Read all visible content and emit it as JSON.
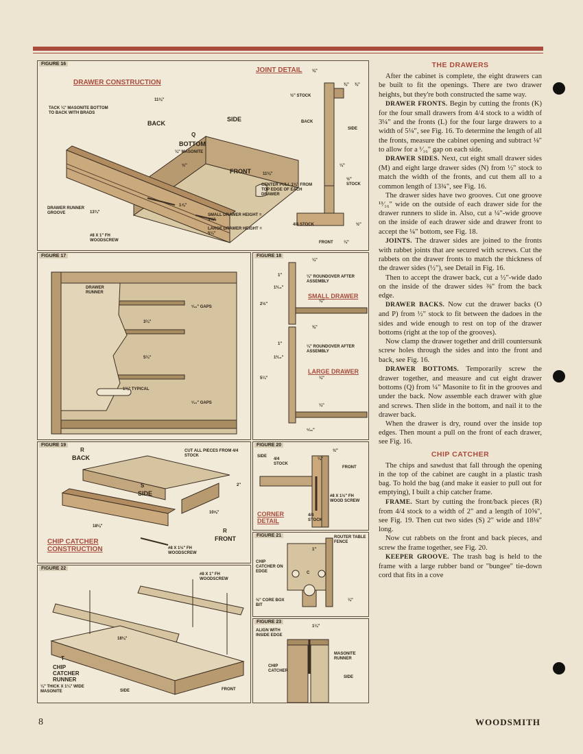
{
  "figures": {
    "f16": {
      "label": "FIGURE 16",
      "title": "DRAWER CONSTRUCTION",
      "joint_title": "JOINT DETAIL",
      "labels": {
        "tack": "TACK ¼\" MASONITE BOTTOM TO BACK WITH BRADS",
        "back": "BACK",
        "side": "SIDE",
        "bottom": "BOTTOM",
        "bottom_sub": "¼\" MASONITE",
        "bottom_letter": "Q",
        "front": "FRONT",
        "dim_11": "11⅛\"",
        "dim_13": "13¾\"",
        "dim_half": "½\"",
        "dim_1": "1⅞\"",
        "runner": "DRAWER RUNNER GROOVE",
        "screw": "#8 x 1\" Fh WOODSCREW",
        "small": "SMALL DRAWER HEIGHT = 3¼\"",
        "large": "LARGE DRAWER HEIGHT = 5¼\"",
        "pull_dim": "11⅛\"",
        "pull": "CENTER PULL 1⅛\" FROM TOP EDGE OF EACH DRAWER",
        "j_stock": "½\" STOCK",
        "j_back": "BACK",
        "j_side": "SIDE",
        "j_half_stock": "½\" STOCK",
        "j_44": "4/4 STOCK",
        "j_front": "FRONT",
        "j_d1": "⅜\"",
        "j_d2": "⅜\"",
        "j_d3": "⅛\"",
        "j_d4": "¼\"",
        "j_d5": "½\"",
        "j_d6": "¼\""
      }
    },
    "f17": {
      "label": "FIGURE 17",
      "runner": "DRAWER RUNNER",
      "gaps1": "¹⁄₁₆\" GAPS",
      "gaps2": "¹⁄₁₆\" GAPS",
      "d1": "3¼\"",
      "d2": "5¼\"",
      "typical": "1⅜\" TYPICAL"
    },
    "f18": {
      "label": "FIGURE 18",
      "round1": "¼\" ROUNDOVER AFTER ASSEMBLY",
      "round2": "¼\" ROUNDOVER AFTER ASSEMBLY",
      "small": "SMALL DRAWER",
      "large": "LARGE DRAWER",
      "d_top": "¼\"",
      "d_1": "1\"",
      "d_13": "1³⁄₁₆\"",
      "d_21": "2½\"",
      "d_s": "¼\"",
      "d_38": "⅜\"",
      "d_1b": "1\"",
      "d_13b": "1³⁄₁₆\"",
      "d_51": "5¼\"",
      "d_l": "¼\"",
      "d_lb": "¼\"",
      "d_bot": "⁵⁄₁₆\""
    },
    "f19": {
      "label": "FIGURE 19",
      "back": "BACK",
      "back_letter": "R",
      "side": "SIDE",
      "side_letter": "S",
      "cut": "CUT ALL PIECES FROM 4/4 STOCK",
      "d2": "2\"",
      "d10": "10⅝\"",
      "d18": "18⅛\"",
      "front": "FRONT",
      "front_letter": "R",
      "title": "CHIP CATCHER CONSTRUCTION",
      "screw": "#8 x 1½\" Fh WOODSCREW"
    },
    "f20": {
      "label": "FIGURE 20",
      "side": "SIDE",
      "front": "FRONT",
      "stock": "4/4 STOCK",
      "stock2": "4/4 STOCK",
      "screw": "#8 x 1½\" Fh WOOD SCREW",
      "title": "CORNER DETAIL",
      "d1": "¼\"",
      "d2": "½\""
    },
    "f21": {
      "label": "FIGURE 21",
      "fence": "ROUTER TABLE FENCE",
      "chip": "CHIP CATCHER ON EDGE",
      "core": "½\" CORE BOX BIT",
      "d1": "1\"",
      "d2": "¼\"",
      "c": "C"
    },
    "f22": {
      "label": "FIGURE 22",
      "screw": "#8 x 1\" Fh WOODSCREW",
      "d18": "18⅛\"",
      "chip": "CHIP CATCHER RUNNER",
      "chip_letter": "T",
      "chip_sub": "¼\" THICK x 1¼\" WIDE MASONITE",
      "side": "SIDE",
      "front": "FRONT"
    },
    "f23": {
      "label": "FIGURE 23",
      "align": "ALIGN WITH INSIDE EDGE",
      "d1": "1¼\"",
      "masonite": "MASONITE RUNNER",
      "chip": "CHIP CATCHER",
      "side": "SIDE"
    }
  },
  "article": {
    "h1": "THE DRAWERS",
    "p1": "After the cabinet is complete, the eight drawers can be built to fit the openings. There are two drawer heights, but they're both constructed the same way.",
    "p2_head": "DRAWER FRONTS.",
    "p2": " Begin by cutting the fronts (K) for the four small drawers from 4/4 stock to a width of 3¼\" and the fronts (L) for the four large drawers to a width of 5¼\", see Fig. 16. To determine the length of all the fronts, measure the cabinet opening and subtract ⅛\" to allow for a ¹⁄₁₆\" gap on each side.",
    "p3_head": "DRAWER SIDES.",
    "p3": " Next, cut eight small drawer sides (M) and eight large drawer sides (N) from ½\" stock to match the width of the fronts, and cut them all to a common length of 13¾\", see Fig. 16.",
    "p4": "The drawer sides have two grooves. Cut one groove ¹³⁄₁₆\" wide on the outside of each drawer side for the drawer runners to slide in. Also, cut a ¼\"-wide groove on the inside of each drawer side and drawer front to accept the ¼\" bottom, see Fig. 18.",
    "p5_head": "JOINTS.",
    "p5": " The drawer sides are joined to the fronts with rabbet joints that are secured with screws. Cut the rabbets on the drawer fronts to match the thickness of the drawer sides (½\"), see Detail in Fig. 16.",
    "p6": "Then to accept the drawer back, cut a ½\"-wide dado on the inside of the drawer sides ⅜\" from the back edge.",
    "p7_head": "DRAWER BACKS.",
    "p7": " Now cut the drawer backs (O and P) from ½\" stock to fit between the dadoes in the sides and wide enough to rest on top of the drawer bottoms (right at the top of the grooves).",
    "p8": "Now clamp the drawer together and drill countersunk screw holes through the sides and into the front and back, see Fig. 16.",
    "p9_head": "DRAWER BOTTOMS.",
    "p9": " Temporarily screw the drawer together, and measure and cut eight drawer bottoms (Q) from ¼\" Masonite to fit in the grooves and under the back. Now assemble each drawer with glue and screws. Then slide in the bottom, and nail it to the drawer back.",
    "p10": "When the drawer is dry, round over the inside top edges. Then mount a pull on the front of each drawer, see Fig. 16.",
    "h2": "CHIP CATCHER",
    "p11": "The chips and sawdust that fall through the opening in the top of the cabinet are caught in a plastic trash bag. To hold the bag (and make it easier to pull out for emptying), I built a chip catcher frame.",
    "p12_head": "FRAME.",
    "p12": " Start by cutting the front/back pieces (R) from 4/4 stock to a width of 2\" and a length of 10⅝\", see Fig. 19. Then cut two sides (S) 2\" wide and 18⅛\" long.",
    "p13": "Now cut rabbets on the front and back pieces, and screw the frame together, see Fig. 20.",
    "p14_head": "KEEPER GROOVE.",
    "p14": " The trash bag is held to the frame with a large rubber band or \"bungee\" tie-down cord that fits in a cove"
  },
  "footer": {
    "page": "8",
    "brand": "WOODSMITH"
  }
}
